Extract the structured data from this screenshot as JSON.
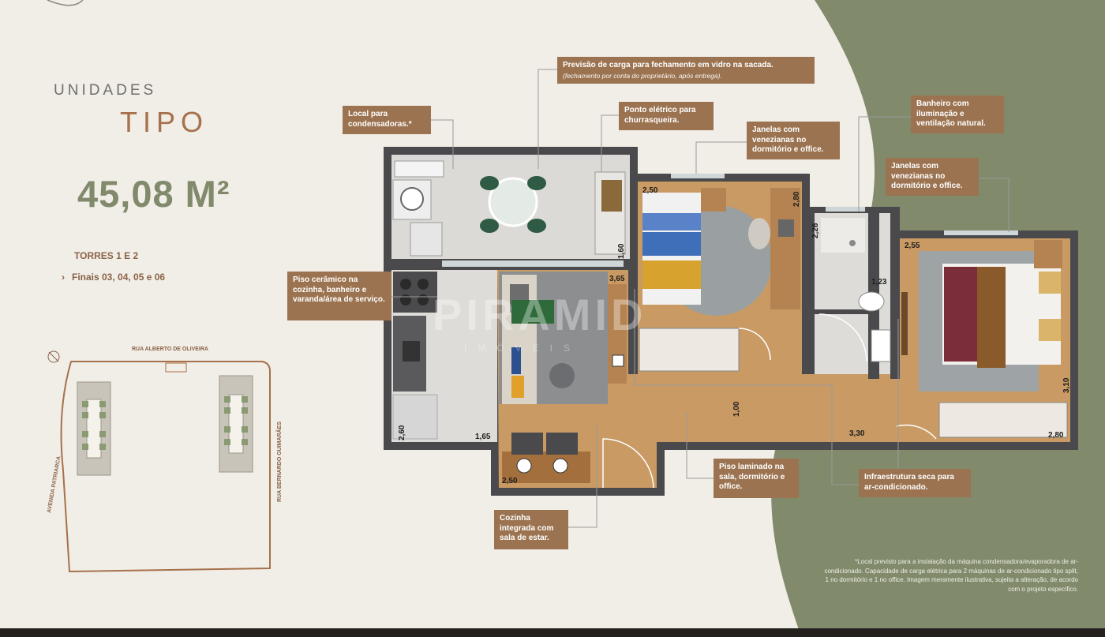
{
  "heading": {
    "small": "UNIDADES",
    "big": "TIPO",
    "area": "45,08 M²"
  },
  "towers": "TORRES 1 E 2",
  "finals": "Finais 03, 04, 05 e 06",
  "site_plan": {
    "street_top": "RUA ALBERTO DE OLIVEIRA",
    "street_left": "AVENIDA PATRIARCA",
    "street_right": "RUA BERNARDO GUIMARÃES"
  },
  "callouts": {
    "carga_vidro": {
      "title": "Previsão de carga para fechamento em vidro na sacada.",
      "sub": "(fechamento por conta do proprietário, após entrega)."
    },
    "condensadoras": "Local para condensadoras.*",
    "churrasqueira": "Ponto elétrico para churrasqueira.",
    "janelas_1": "Janelas com venezianas no dormitório e office.",
    "banheiro": "Banheiro com iluminação e ventilação natural.",
    "janelas_2": "Janelas com venezianas no dormitório e office.",
    "piso_ceramico": "Piso cerâmico na cozinha, banheiro e varanda/área de serviço.",
    "piso_laminado": "Piso laminado na sala, dormitório e office.",
    "infra_ar": "Infraestrutura seca para ar-condicionado.",
    "cozinha": "Cozinha integrada com sala de estar."
  },
  "dimensions": {
    "d1": "2,50",
    "d2": "2,80",
    "d3": "2,26",
    "d4": "2,55",
    "d5": "1,60",
    "d6": "3,65",
    "d7": "1,23",
    "d8": "1,00",
    "d9": "2,60",
    "d10": "1,65",
    "d11": "3,30",
    "d12": "2,80",
    "d13": "3,10",
    "d14": "2,50"
  },
  "watermark": {
    "main": "PIRAMID",
    "sub": "IMÓVEIS"
  },
  "footnote": "*Local previsto para a instalação da máquina condensadora/evaporadora de ar-condicionado. Capacidade de carga elétrica para 2 máquinas de ar-condicionado tipo split, 1 no dormitório e 1 no office. Imagem meramente ilustrativa, sujeita a alteração, de acordo com o projeto específico.",
  "colors": {
    "background": "#f1ede7",
    "green": "#818a6b",
    "brown": "#9b7350",
    "wall": "#4a4a4c"
  }
}
